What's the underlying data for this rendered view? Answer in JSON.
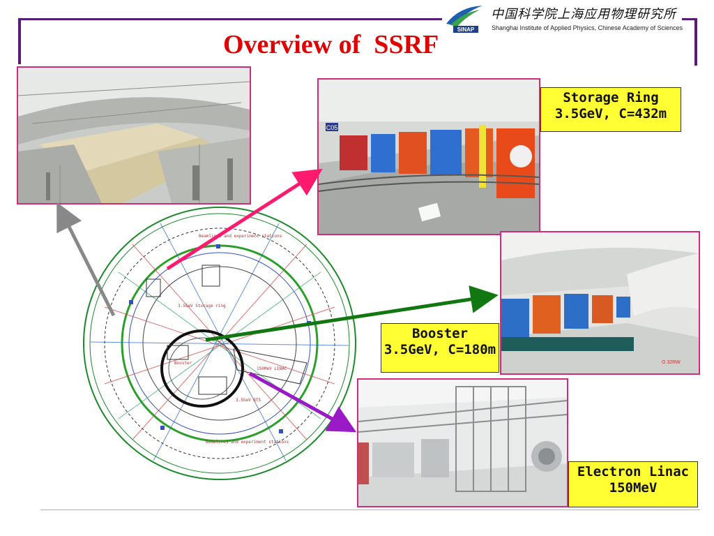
{
  "slide": {
    "title": "Overview of  SSRF",
    "logo_text": "SINAP",
    "institute_cn": "中国科学院上海应用物理研究所",
    "institute_en": "Shanghai Institute of Applied Physics, Chinese Academy of Sciences",
    "frame_color": "#5b1a7a",
    "title_color": "#e00000"
  },
  "labels": {
    "storage_ring": {
      "line1": "Storage Ring",
      "line2": "3.5GeV, C=432m"
    },
    "booster": {
      "line1": "Booster",
      "line2": "3.5GeV, C=180m"
    },
    "linac": {
      "line1": "Electron Linac",
      "line2": "150MeV"
    }
  },
  "photos": {
    "storage_ring_tag": "C05",
    "booster_tag": "G 32RW"
  },
  "diagram": {
    "text_storage_ring": "3.5GeV Storage ring",
    "text_booster": "Booster",
    "text_linac": "150MeV LINAC",
    "text_beamline_top": "Beamlines and experiment stations",
    "text_beamline_bottom": "Beamlines and experiment stations",
    "text_bts": "3.5GeV BTS"
  },
  "arrows": {
    "gray": "#888888",
    "pink": "#ff1a6e",
    "green": "#117711",
    "purple": "#9a1ac8"
  }
}
